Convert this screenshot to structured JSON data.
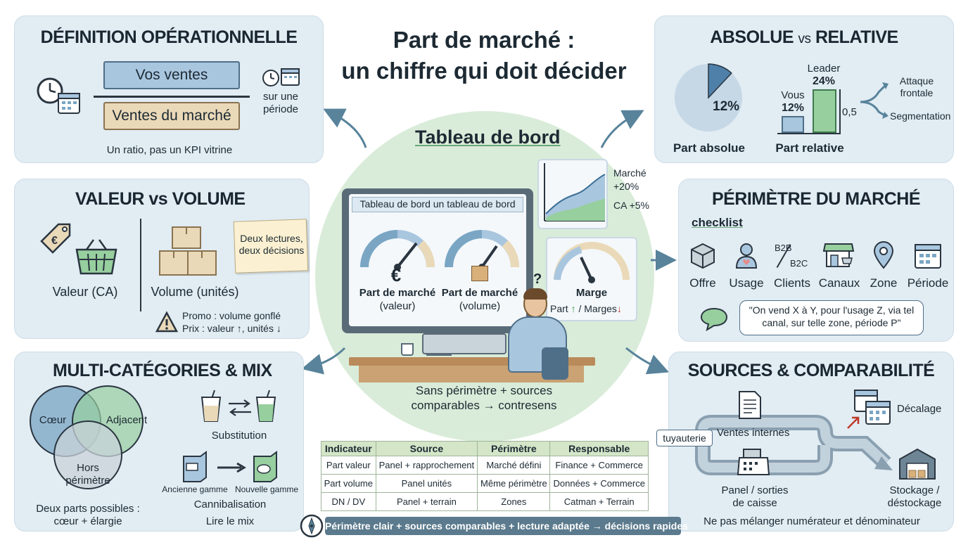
{
  "main_title": {
    "line1": "Part de marché :",
    "line2": "un chiffre qui doit décider"
  },
  "definition": {
    "title": "DÉFINITION OPÉRATIONNELLE",
    "numerator": "Vos ventes",
    "denominator": "Ventes du marché",
    "period_line1": "sur une",
    "period_line2": "période",
    "caption": "Un ratio, pas un KPI vitrine"
  },
  "absolute_relative": {
    "title_a": "ABSOLUE",
    "title_vs": "vs",
    "title_b": "RELATIVE",
    "pie_value": "12%",
    "pie_share": 0.12,
    "abs_label": "Part absolue",
    "leader_label": "Leader",
    "leader_value": "24%",
    "you_label": "Vous",
    "you_value": "12%",
    "ratio": "0,5",
    "rel_label": "Part relative",
    "option1_line1": "Attaque",
    "option1_line2": "frontale",
    "option2": "Segmentation"
  },
  "value_volume": {
    "title": "VALEUR vs VOLUME",
    "note_line1": "Deux lectures,",
    "note_line2": "deux décisions",
    "value_label": "Valeur (CA)",
    "volume_label": "Volume (unités)",
    "warn_line1": "Promo : volume gonflé",
    "warn_line2": "Prix : valeur ↑, unités ↓"
  },
  "perimeter": {
    "title": "PÉRIMÈTRE DU MARCHÉ",
    "checklist": "checklist",
    "items": [
      "Offre",
      "Usage",
      "Clients",
      "Canaux",
      "Zone",
      "Période"
    ],
    "b2b": "B2B",
    "b2c": "B2C",
    "quote_line1": "\"On vend X à Y, pour l'usage Z, via tel",
    "quote_line2": "canal, sur telle zone, période P\""
  },
  "multi_categories": {
    "title": "MULTI-CATÉGORIES & MIX",
    "venn": [
      "Cœur",
      "Adjacent"
    ],
    "venn_out_line1": "Hors",
    "venn_out_line2": "périmètre",
    "caption_line1": "Deux parts possibles :",
    "caption_line2": "cœur + élargie",
    "substitution": "Substitution",
    "old_range": "Ancienne gamme",
    "new_range": "Nouvelle gamme",
    "cannibalisation": "Cannibalisation",
    "mix": "Lire le mix"
  },
  "sources": {
    "title": "SOURCES & COMPARABILITÉ",
    "pipe": "tuyauterie",
    "internal": "Ventes internes",
    "delay": "Décalage",
    "panel_line1": "Panel / sorties",
    "panel_line2": "de caisse",
    "stock_line1": "Stockage /",
    "stock_line2": "déstockage",
    "caption": "Ne pas mélanger numérateur et dénominateur"
  },
  "dashboard": {
    "title": "Tableau de bord",
    "screen_title": "Tableau de bord un tableau de bord",
    "gauge1_title": "Part de marché",
    "gauge1_sub": "(valeur)",
    "gauge2_title": "Part de marché",
    "gauge2_sub": "(volume)",
    "euro": "€",
    "question": "?",
    "chart_market_label": "Marché",
    "chart_market_value": "+20%",
    "chart_ca": "CA +5%",
    "marge_title": "Marge",
    "marge_part": "Part",
    "marge_sep": "/ Marges",
    "up": "↑",
    "down": "↓",
    "caption_line1": "Sans périmètre + sources",
    "caption_line2": "comparables → contresens"
  },
  "table": {
    "headers": [
      "Indicateur",
      "Source",
      "Périmètre",
      "Responsable"
    ],
    "rows": [
      [
        "Part valeur",
        "Panel + rapprochement",
        "Marché défini",
        "Finance + Commerce"
      ],
      [
        "Part volume",
        "Panel unités",
        "Même périmètre",
        "Données + Commerce"
      ],
      [
        "DN / DV",
        "Panel + terrain",
        "Zones",
        "Catman + Terrain"
      ]
    ]
  },
  "footer": "Périmètre clair + sources comparables + lecture adaptée → décisions rapides",
  "colors": {
    "panel_bg": "#e1ecf3",
    "center_circle": "#d9ecd9",
    "accent_blue": "#a9c6df",
    "accent_beige": "#ead9b8",
    "accent_green": "#97cf9e",
    "arrow": "#58839b"
  },
  "icons": [
    "clock-icon",
    "calendar-icon",
    "price-tag-icon",
    "basket-icon",
    "boxes-icon",
    "sticky-note-icon",
    "warning-icon",
    "box-icon",
    "person-icon",
    "shop-icon",
    "location-pin-icon",
    "chat-bubble-icon",
    "cup-icon",
    "swap-arrows-icon",
    "document-icon",
    "cash-register-icon",
    "warehouse-icon",
    "compass-icon",
    "monitor-icon",
    "worker-icon"
  ]
}
